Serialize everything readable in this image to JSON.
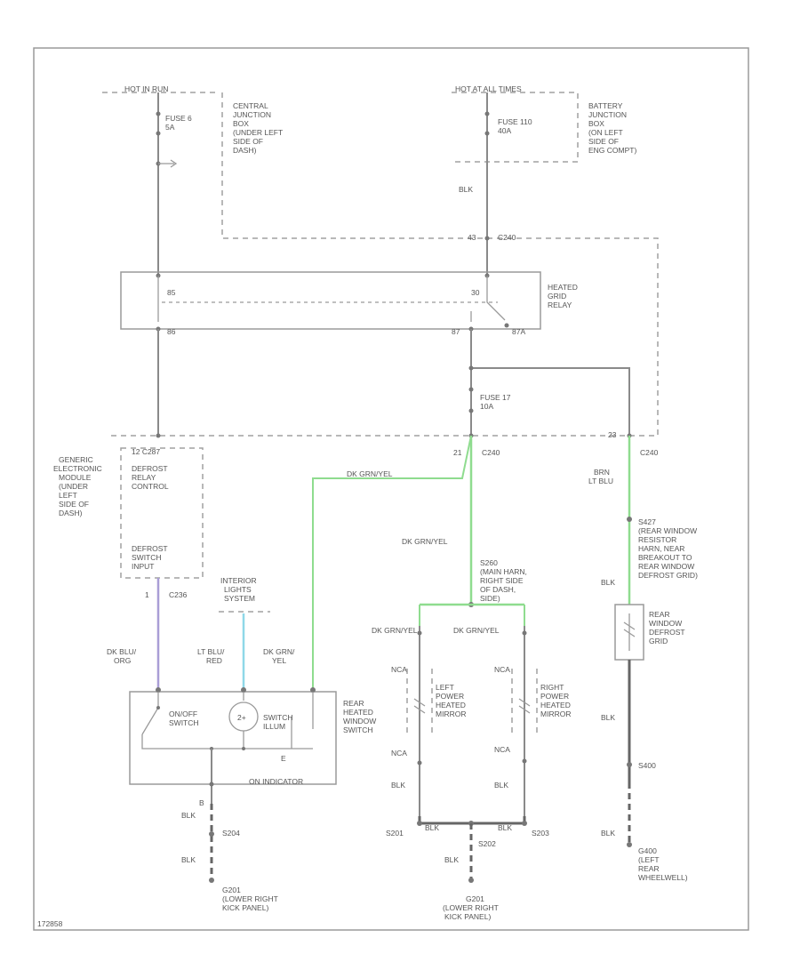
{
  "colors": {
    "dk_grn_wire": "#8fdc8f",
    "lt_blu_wire": "#8fd8e8",
    "dk_blu_wire": "#a99ed6",
    "gray_wire": "#8a8a8a"
  },
  "labels": {
    "hot_in_run": "HOT IN RUN",
    "hot_at_all_times": "HOT AT ALL TIMES",
    "fuse6": [
      "FUSE 6",
      "5A"
    ],
    "fuse110": [
      "FUSE 110",
      "40A"
    ],
    "cjb": [
      "CENTRAL",
      "JUNCTION",
      "BOX",
      "(UNDER LEFT",
      "SIDE OF",
      "DASH)"
    ],
    "bjb": [
      "BATTERY",
      "JUNCTION",
      "BOX",
      "(ON LEFT",
      "SIDE OF",
      "ENG COMPT)"
    ],
    "blk_top": "BLK",
    "c240_top_pin": "43",
    "c240_top": "C240",
    "relay_name": [
      "HEATED",
      "GRID",
      "RELAY"
    ],
    "relay_pin_85": "85",
    "relay_pin_30": "30",
    "relay_pin_86": "86",
    "relay_pin_87": "87",
    "relay_pin_87a": "87A",
    "fuse17": [
      "FUSE 17",
      "10A"
    ],
    "c240_mid": "C240",
    "c240_mid_pin": "21",
    "c240_right": "C240",
    "c240_right_pin": "23",
    "c287_pins": "12     C287",
    "gem_label": [
      "GENERIC",
      "ELECTRONIC",
      "MODULE",
      "(UNDER",
      "LEFT",
      "SIDE OF",
      "DASH)"
    ],
    "gem_inner1": [
      "DEFROST",
      "RELAY",
      "CONTROL"
    ],
    "gem_inner2": [
      "DEFROST",
      "SWITCH",
      "INPUT"
    ],
    "c236": "C236",
    "c236_pin": "1",
    "dk_grn_yel_h": "DK GRN/YEL",
    "dk_grn_yel_v": "DK GRN/YEL",
    "brn_lt_blu": [
      "BRN",
      "LT BLU"
    ],
    "s427": [
      "S427",
      "(REAR WINDOW",
      "RESISTOR",
      "HARN, NEAR",
      "BREAKOUT TO",
      "REAR WINDOW",
      "DEFROST GRID)"
    ],
    "blk_r1": "BLK",
    "rear_grid": [
      "REAR",
      "WINDOW",
      "DEFROST",
      "GRID"
    ],
    "blk_r2": "BLK",
    "s400": "S400",
    "blk_r3": "BLK",
    "g400": [
      "G400",
      "(LEFT",
      "REAR",
      "WHEELWELL)"
    ],
    "interior_lights": [
      "INTERIOR",
      "LIGHTS",
      "SYSTEM"
    ],
    "s260": [
      "S260",
      "(MAIN HARN,",
      "RIGHT SIDE",
      "OF DASH,",
      "SIDE)"
    ],
    "dk_blu_org": [
      "DK BLU/",
      "ORG"
    ],
    "lt_blu_red": [
      "LT BLU/",
      "RED"
    ],
    "dk_grn_yel_w": [
      "DK GRN/",
      "YEL"
    ],
    "dk_grn_yel_l": "DK GRN/YEL",
    "dk_grn_yel_r": "DK GRN/YEL",
    "nca1": "NCA",
    "nca2": "NCA",
    "nca3": "NCA",
    "nca4": "NCA",
    "left_mirror": [
      "LEFT",
      "POWER",
      "HEATED",
      "MIRROR"
    ],
    "right_mirror": [
      "RIGHT",
      "POWER",
      "HEATED",
      "MIRROR"
    ],
    "rear_switch": [
      "REAR",
      "HEATED",
      "WINDOW",
      "SWITCH"
    ],
    "on_off_switch": [
      "ON/OFF",
      "SWITCH"
    ],
    "switch_illum": [
      "SWITCH",
      "ILLUM"
    ],
    "on_indicator": "ON INDICATOR",
    "pin_b": "B",
    "blk_sw1": "BLK",
    "pin_e": "E",
    "blk_sw2": "BLK",
    "s204": "S204",
    "blk_sw3": "BLK",
    "g201_a": [
      "G201",
      "(LOWER RIGHT",
      "KICK PANEL)"
    ],
    "blk_m1": "BLK",
    "blk_m2": "BLK",
    "s201": "S201",
    "s203": "S203",
    "blk_bl": "BLK",
    "blk_br": "BLK",
    "s202": "S202",
    "blk_m3": "BLK",
    "g201_b": [
      "G201",
      "(LOWER RIGHT",
      "KICK PANEL)"
    ],
    "footer_code": "172858"
  }
}
